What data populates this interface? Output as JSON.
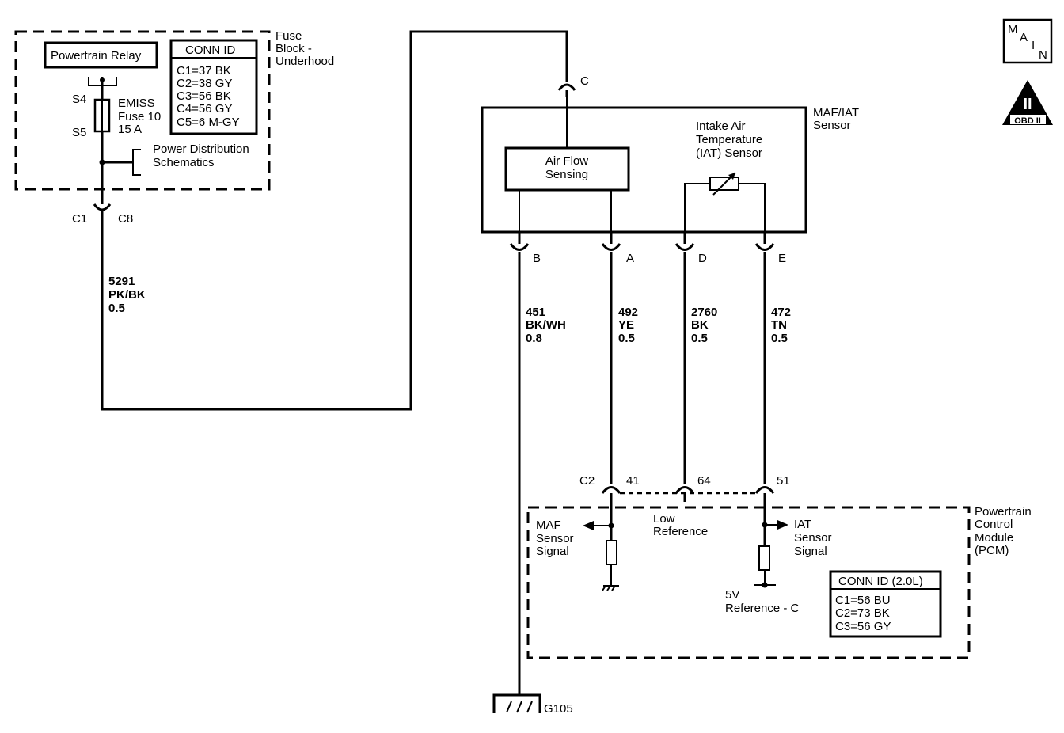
{
  "fuse_block": {
    "title": [
      "Fuse",
      "Block -",
      "Underhood"
    ],
    "relay_label": "Powertrain Relay",
    "conn_id_title": "CONN ID",
    "conn_ids": [
      "C1=37 BK",
      "C2=38 GY",
      "C3=56 BK",
      "C4=56 GY",
      "C5=6 M-GY"
    ],
    "terminal_top": "S4",
    "terminal_bottom": "S5",
    "fuse_label": [
      "EMISS",
      "Fuse 10",
      "15 A"
    ],
    "power_dist": [
      "Power Distribution",
      "Schematics"
    ],
    "connector_left": "C1",
    "connector_right": "C8"
  },
  "feed_wire": {
    "circuit": "5291",
    "color": "PK/BK",
    "size": "0.5"
  },
  "maf_sensor": {
    "title": [
      "MAF/IAT",
      "Sensor"
    ],
    "connector_c": "C",
    "air_flow": [
      "Air Flow",
      "Sensing"
    ],
    "iat": [
      "Intake Air",
      "Temperature",
      "(IAT) Sensor"
    ],
    "pins": [
      "B",
      "A",
      "D",
      "E"
    ]
  },
  "wires": [
    {
      "circuit": "451",
      "color": "BK/WH",
      "size": "0.8"
    },
    {
      "circuit": "492",
      "color": "YE",
      "size": "0.5"
    },
    {
      "circuit": "2760",
      "color": "BK",
      "size": "0.5"
    },
    {
      "circuit": "472",
      "color": "TN",
      "size": "0.5"
    }
  ],
  "pcm": {
    "title": [
      "Powertrain",
      "Control",
      "Module",
      "(PCM)"
    ],
    "connector": "C2",
    "pins": [
      "41",
      "64",
      "51"
    ],
    "maf_signal": [
      "MAF",
      "Sensor",
      "Signal"
    ],
    "low_ref": [
      "Low",
      "Reference"
    ],
    "iat_signal": [
      "IAT",
      "Sensor",
      "Signal"
    ],
    "five_v": [
      "5V",
      "Reference - C"
    ],
    "conn_id_title": "CONN ID (2.0L)",
    "conn_ids": [
      "C1=56 BU",
      "C2=73 BK",
      "C3=56 GY"
    ]
  },
  "ground": "G105",
  "main_icon": [
    "M",
    "A",
    "I",
    "N"
  ],
  "obd_icon": {
    "numeral": "II",
    "label": "OBD II"
  }
}
